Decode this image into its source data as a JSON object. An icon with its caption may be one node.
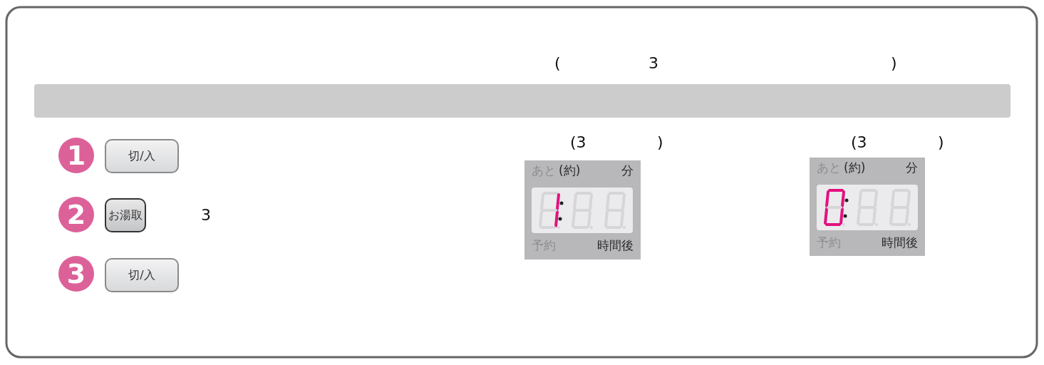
{
  "diagram": {
    "nodes": [
      {
        "text": [
          "1"
        ]
      },
      {
        "text": [
          "切/入"
        ]
      },
      {
        "text": [
          "2"
        ]
      },
      {
        "text": [
          "お湯取"
        ]
      },
      {
        "text": [
          "3"
        ]
      },
      {
        "text": [
          "切/入"
        ]
      },
      {
        "text": [
          "あと",
          "(約)",
          "分",
          "予約",
          "時間後"
        ]
      },
      {
        "text": [
          "あと",
          "(約)",
          "分",
          "予約",
          "時間後"
        ]
      }
    ],
    "labels": [
      "(",
      "3",
      ")",
      "3",
      "(3",
      ")",
      "(3",
      ")"
    ]
  }
}
